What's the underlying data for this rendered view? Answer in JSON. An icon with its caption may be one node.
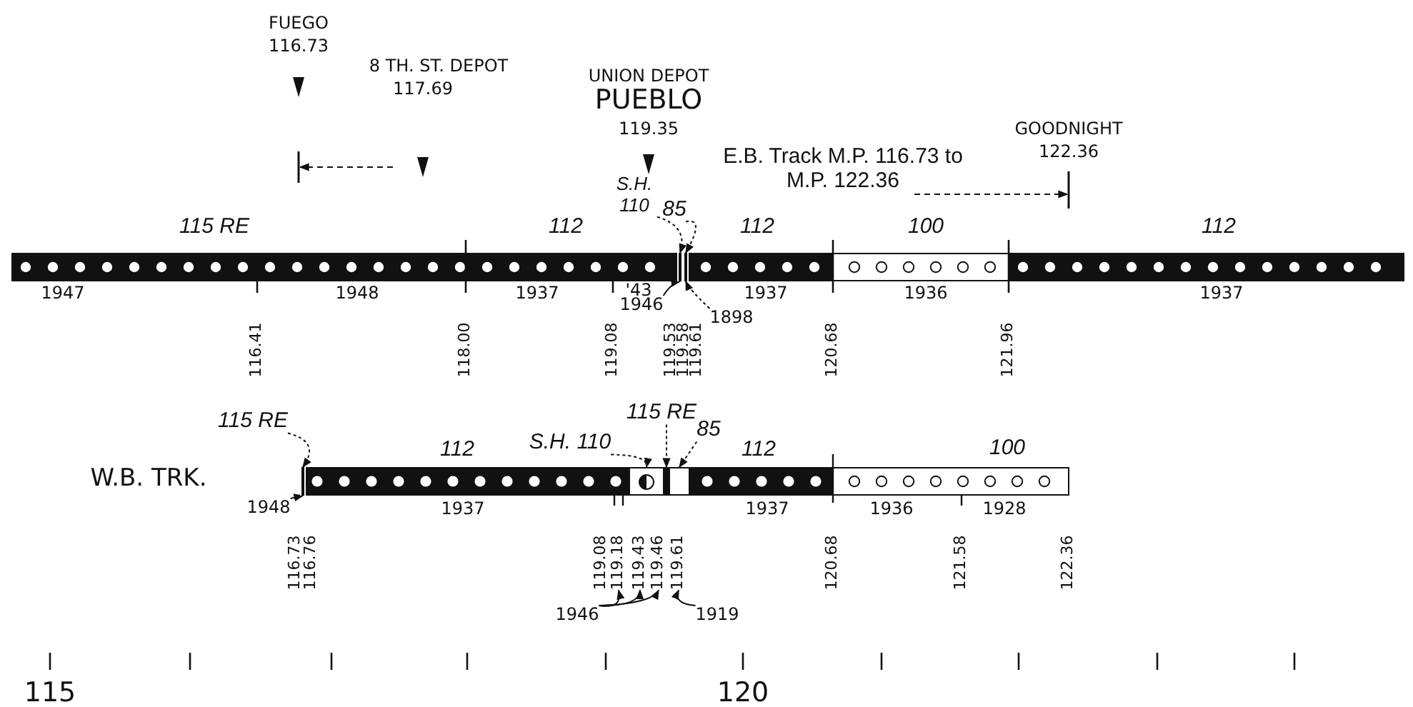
{
  "diagram": {
    "nodes": [
      {
        "text": [
          "S.H. 110"
        ]
      },
      {
        "text": [
          "85"
        ]
      },
      {
        "text": [
          "1946"
        ]
      },
      {
        "text": [
          "1898"
        ]
      },
      {
        "text": [
          "115 RE"
        ]
      },
      {
        "text": [
          "1948"
        ]
      },
      {
        "text": [
          "S.H. 110"
        ]
      },
      {
        "text": [
          "115 RE"
        ]
      },
      {
        "text": [
          "85"
        ]
      },
      {
        "text": [
          "1946"
        ]
      },
      {
        "text": [
          "1919"
        ]
      },
      {
        "text": [],
        "shape": "bar"
      },
      {
        "text": [],
        "shape": "bar"
      },
      {
        "text": [],
        "shape": "bar"
      },
      {
        "text": [],
        "shape": "box"
      },
      {
        "text": [],
        "shape": "bar"
      },
      {
        "text": [],
        "shape": "box"
      },
      {
        "text": [
          "119.18"
        ]
      },
      {
        "text": [
          "119.43"
        ]
      },
      {
        "text": [
          "119.46"
        ]
      },
      {
        "text": [
          "119.61"
        ]
      }
    ],
    "edges": [
      {
        "from": 0,
        "to": 11,
        "arrow": "to",
        "style": "dashed"
      },
      {
        "from": 1,
        "to": 12,
        "arrow": "to",
        "style": "dashed"
      },
      {
        "from": 2,
        "to": 11,
        "arrow": "to"
      },
      {
        "from": 3,
        "to": 12,
        "arrow": "to",
        "style": "dashed"
      },
      {
        "from": 4,
        "to": 13,
        "arrow": "to",
        "style": "dashed"
      },
      {
        "from": 5,
        "to": 13,
        "arrow": "to"
      },
      {
        "from": 6,
        "to": 14,
        "arrow": "to",
        "style": "dashed"
      },
      {
        "from": 7,
        "to": 15,
        "arrow": "to",
        "style": "dashed"
      },
      {
        "from": 8,
        "to": 16,
        "arrow": "to",
        "style": "dashed"
      },
      {
        "from": 9,
        "to": 17,
        "arrow": "to"
      },
      {
        "from": 9,
        "to": 18,
        "arrow": "to"
      },
      {
        "from": 9,
        "to": 19,
        "arrow": "to"
      },
      {
        "from": 10,
        "to": 20,
        "arrow": "to"
      }
    ],
    "labels": [
      "FUEGO",
      "116.73",
      "8 TH. ST. DEPOT",
      "117.69",
      "UNION DEPOT",
      "PUEBLO",
      "119.35",
      "E.B. Track M.P. 116.73 to M.P. 122.36",
      "GOODNIGHT",
      "122.36",
      "115 RE",
      "112",
      "112",
      "100",
      "112",
      "1947",
      "1948",
      "1937",
      "'43",
      "1937",
      "1936",
      "1937",
      "116.41",
      "118.00",
      "119.08",
      "119.53",
      "119.58",
      "119.61",
      "120.68",
      "121.96",
      "W.B. TRK.",
      "112",
      "112",
      "100",
      "1937",
      "1937",
      "1936",
      "1928",
      "116.73",
      "116.76",
      "119.08",
      "120.68",
      "121.58",
      "122.36",
      "115",
      "120"
    ]
  }
}
